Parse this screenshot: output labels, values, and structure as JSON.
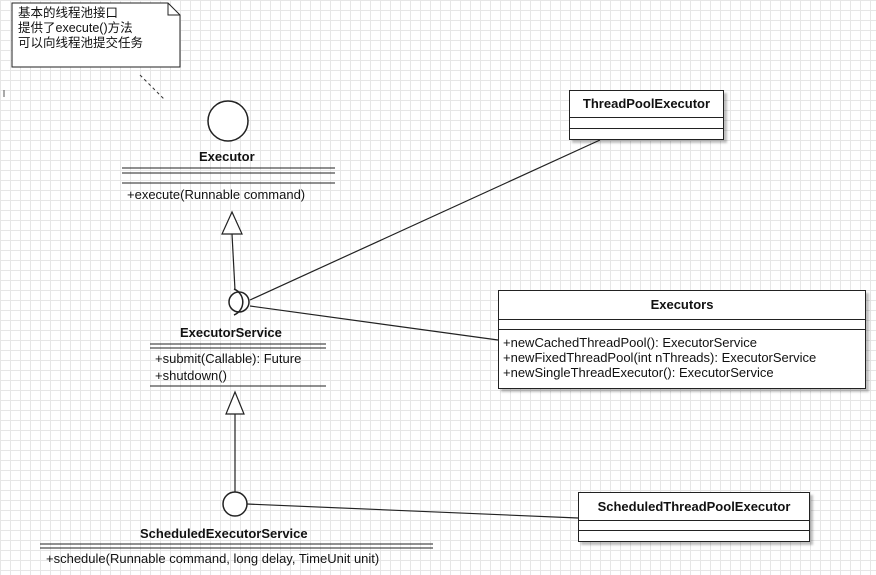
{
  "note": {
    "lines": [
      "基本的线程池接口",
      "提供了execute()方法",
      "可以向线程池提交任务"
    ]
  },
  "executor": {
    "name": "Executor",
    "methods": [
      "+execute(Runnable command)"
    ]
  },
  "executor_service": {
    "name": "ExecutorService",
    "methods": [
      "+submit(Callable): Future",
      "+shutdown()"
    ]
  },
  "scheduled_executor_service": {
    "name": "ScheduledExecutorService",
    "methods": [
      "+schedule(Runnable command, long delay, TimeUnit unit)"
    ]
  },
  "thread_pool_executor": {
    "name": "ThreadPoolExecutor"
  },
  "executors": {
    "name": "Executors",
    "methods": [
      "+newCachedThreadPool(): ExecutorService",
      "+newFixedThreadPool(int nThreads): ExecutorService",
      "+newSingleThreadExecutor(): ExecutorService"
    ]
  },
  "scheduled_thread_pool_executor": {
    "name": "ScheduledThreadPoolExecutor"
  },
  "colors": {
    "line": "#222222",
    "grid": "#e6e6e6",
    "note_fill": "#ffffff"
  }
}
